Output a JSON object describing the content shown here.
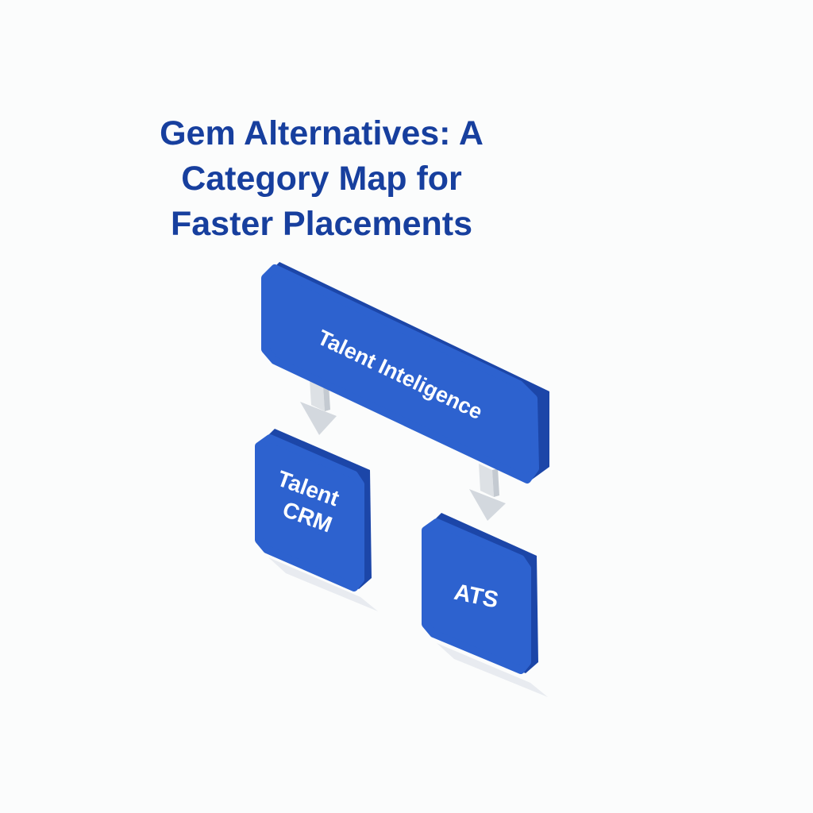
{
  "title": {
    "lines": [
      "Gem Alternatives: A",
      "Category Map for",
      "Faster Placements"
    ]
  },
  "nodes": {
    "top": {
      "label": "Talent Inteligence"
    },
    "left": {
      "label_lines": [
        "Talent",
        "CRM"
      ]
    },
    "right": {
      "label": "ATS"
    }
  },
  "colors": {
    "title": "#173f9e",
    "box_face": "#2d62cf",
    "box_side": "#1c46a8",
    "box_label": "#ffffff",
    "arrow": "#d7dbe0",
    "shadow": "#e6e9ee",
    "background": "#fbfcfc"
  }
}
